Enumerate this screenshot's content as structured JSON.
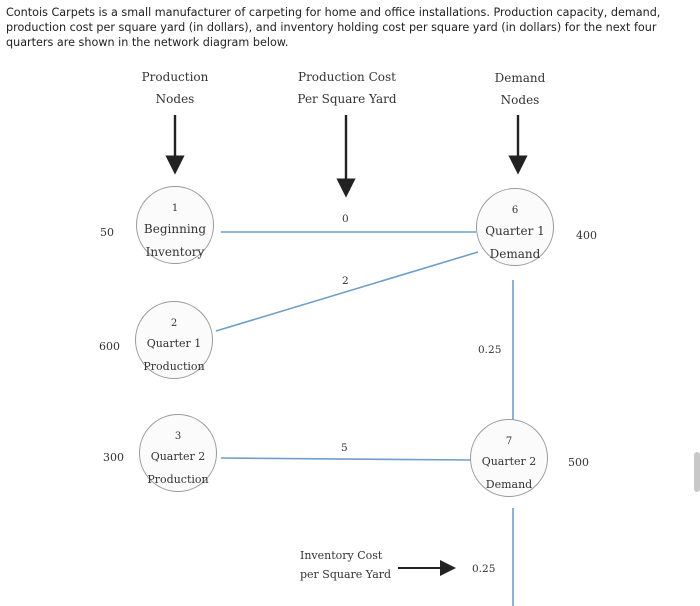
{
  "intro_text": "Contois Carpets is a small manufacturer of carpeting for home and office installations. Production capacity, demand, production cost per square yard (in dollars), and inventory holding cost per square yard (in dollars) for the next four quarters are shown in the network diagram below.",
  "headers": {
    "production_nodes": [
      "Production",
      "Nodes"
    ],
    "production_cost": [
      "Production Cost",
      "Per Square Yard"
    ],
    "demand_nodes": [
      "Demand",
      "Nodes"
    ]
  },
  "supply_nodes": [
    {
      "number": "1",
      "line1": "Beginning",
      "line2": "Inventory",
      "capacity": "50"
    },
    {
      "number": "2",
      "line1": "Quarter 1",
      "line2": "Production",
      "capacity": "600"
    },
    {
      "number": "3",
      "line1": "Quarter 2",
      "line2": "Production",
      "capacity": "300"
    }
  ],
  "demand_nodes": [
    {
      "number": "6",
      "line1": "Quarter 1",
      "line2": "Demand",
      "demand": "400"
    },
    {
      "number": "7",
      "line1": "Quarter 2",
      "line2": "Demand",
      "demand": "500"
    }
  ],
  "arc_costs": {
    "node1_to_node6": "0",
    "node2_to_node6": "2",
    "node3_to_node7": "5",
    "inventory_6_to_7": "0.25",
    "inventory_7_onward": "0.25"
  },
  "legend": {
    "line1": "Inventory Cost",
    "line2": "per Square Yard"
  },
  "colors": {
    "arc": "#6f9fc8",
    "node_border": "#9a9a9a",
    "arrow": "#222222"
  }
}
